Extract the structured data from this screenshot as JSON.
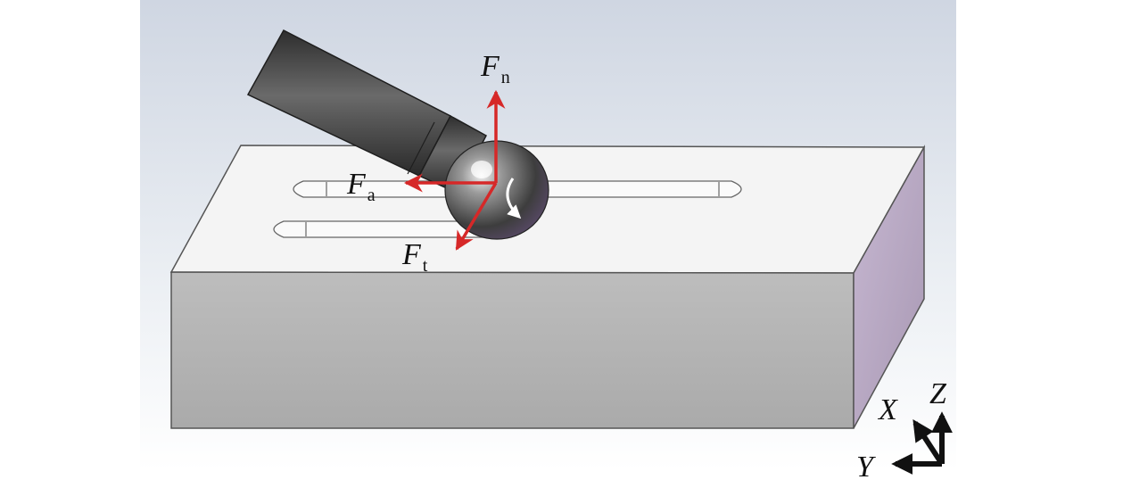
{
  "forces": {
    "normal": {
      "symbol": "F",
      "subscript": "n"
    },
    "axial": {
      "symbol": "F",
      "subscript": "a"
    },
    "tangential": {
      "symbol": "F",
      "subscript": "t"
    }
  },
  "axes": {
    "x": "X",
    "y": "Y",
    "z": "Z"
  },
  "colors": {
    "force_arrow": "#d62828",
    "workpiece_top": "#f4f4f4",
    "workpiece_front": "#b4b4b4",
    "workpiece_side": "#b9a9c4",
    "tool": "#4a4a4a"
  }
}
